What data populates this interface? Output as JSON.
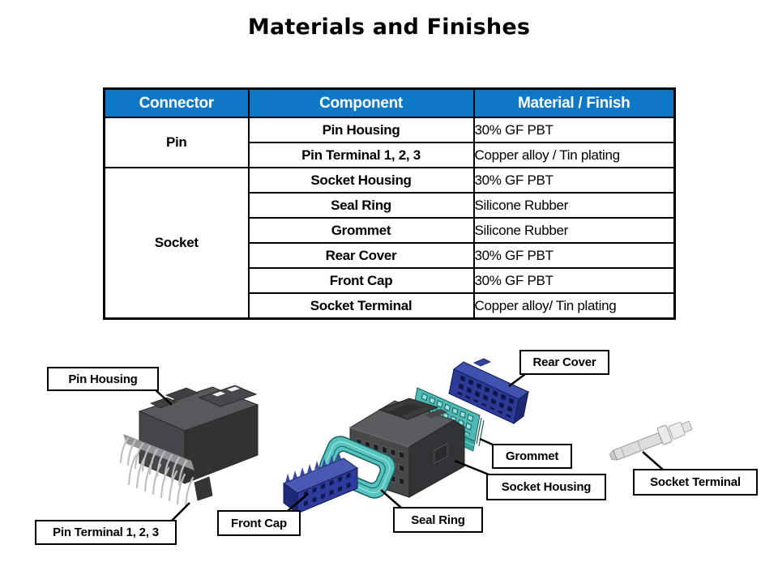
{
  "title": "Materials and Finishes",
  "table": {
    "headers": [
      "Connector",
      "Component",
      "Material / Finish"
    ],
    "groups": [
      {
        "connector": "Pin",
        "rows": [
          {
            "component": "Pin Housing",
            "material": "30% GF PBT"
          },
          {
            "component": "Pin Terminal 1, 2, 3",
            "material": "Copper alloy / Tin plating"
          }
        ]
      },
      {
        "connector": "Socket",
        "rows": [
          {
            "component": "Socket Housing",
            "material": "30% GF PBT"
          },
          {
            "component": "Seal Ring",
            "material": "Silicone Rubber"
          },
          {
            "component": "Grommet",
            "material": "Silicone Rubber"
          },
          {
            "component": "Rear Cover",
            "material": "30% GF PBT"
          },
          {
            "component": "Front Cap",
            "material": "30% GF PBT"
          },
          {
            "component": "Socket Terminal",
            "material": "Copper alloy/ Tin plating"
          }
        ]
      }
    ]
  },
  "diagram": {
    "labels": {
      "pin_housing": "Pin Housing",
      "pin_terminal": "Pin Terminal 1, 2, 3",
      "front_cap": "Front Cap",
      "seal_ring": "Seal Ring",
      "grommet": "Grommet",
      "socket_housing": "Socket Housing",
      "rear_cover": "Rear Cover",
      "socket_terminal": "Socket Terminal"
    }
  },
  "colors": {
    "table_header_bg": "#0E78C6",
    "table_header_text": "#FFFFFF",
    "part_teal": "#57C3BF",
    "part_blue": "#2E3C9E",
    "part_dark_gray": "#434447",
    "part_silver": "#BFC0C2"
  }
}
